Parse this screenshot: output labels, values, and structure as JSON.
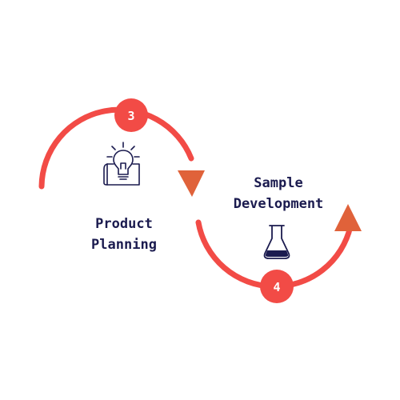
{
  "diagram": {
    "steps": [
      {
        "number": "3",
        "label_lines": [
          "Product",
          "Planning"
        ],
        "icon": "lightbulb-blueprint-icon"
      },
      {
        "number": "4",
        "label_lines": [
          "Sample",
          "Development"
        ],
        "icon": "flask-icon"
      }
    ],
    "colors": {
      "arc": "#f24b46",
      "arrowhead": "#e0623a",
      "text": "#1b1b4f",
      "badge_text": "#ffffff",
      "background": "#ffffff"
    }
  }
}
